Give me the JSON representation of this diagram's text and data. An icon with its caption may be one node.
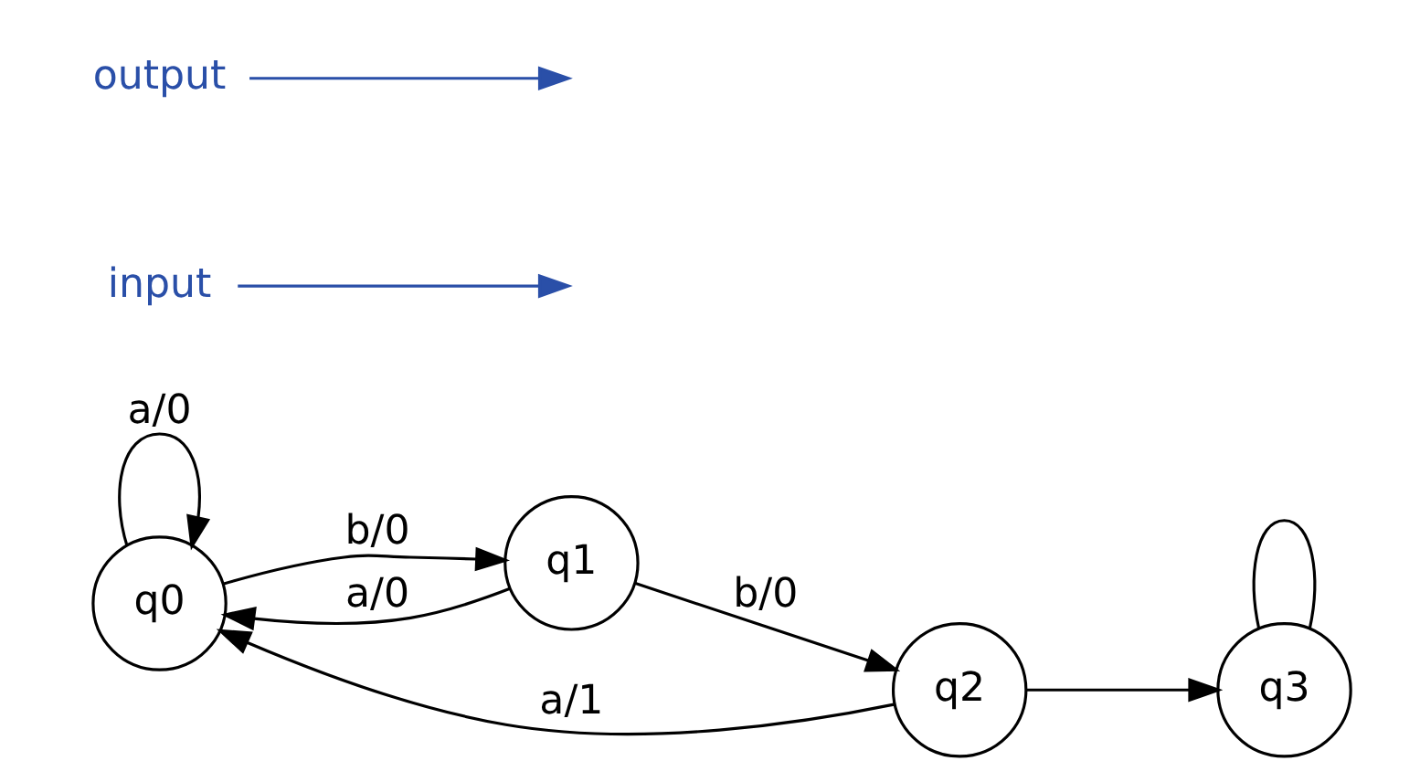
{
  "diagram": {
    "nodes": [
      {
        "text": [
          "q0"
        ]
      },
      {
        "text": [
          "q1"
        ]
      },
      {
        "text": [
          "q2"
        ]
      },
      {
        "text": [
          "q3"
        ]
      },
      {
        "text": [
          "input"
        ]
      },
      {
        "text": [
          "output"
        ]
      }
    ],
    "edges": [
      {
        "from": 0,
        "to": 0,
        "arrow": "to",
        "label": "a/0"
      },
      {
        "from": 0,
        "to": 1,
        "arrow": "to",
        "label": "b/0"
      },
      {
        "from": 1,
        "to": 0,
        "arrow": "to",
        "label": "a/0"
      },
      {
        "from": 2,
        "to": 0,
        "arrow": "to",
        "label": "a/1"
      },
      {
        "from": 1,
        "to": 2,
        "arrow": "to",
        "label": "b/0"
      },
      {
        "from": 2,
        "to": 3,
        "arrow": "to"
      },
      {
        "from": 3,
        "to": 3,
        "arrow": "none"
      },
      {
        "from": 4,
        "to": null,
        "arrow": "to",
        "color": "#2a4fa8"
      },
      {
        "from": 5,
        "to": null,
        "arrow": "to",
        "color": "#2a4fa8"
      }
    ]
  }
}
